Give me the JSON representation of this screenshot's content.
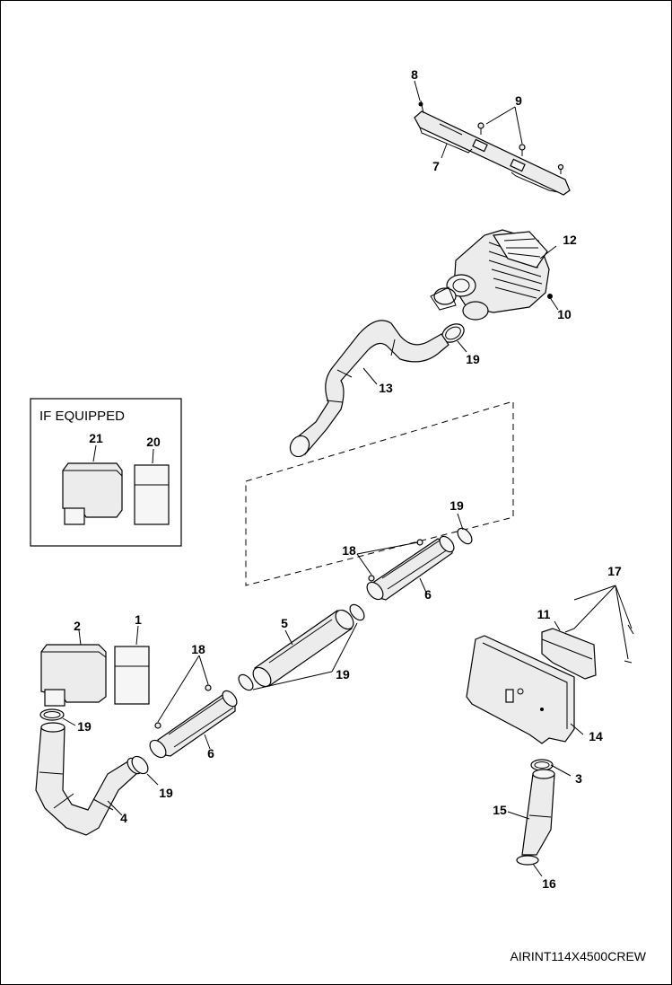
{
  "diagram": {
    "inset_title": "IF EQUIPPED",
    "drawing_code": "AIRINT114X4500CREW",
    "callouts": {
      "c1": "1",
      "c2": "2",
      "c3": "3",
      "c4": "4",
      "c5": "5",
      "c6a": "6",
      "c6b": "6",
      "c7": "7",
      "c8": "8",
      "c9": "9",
      "c10": "10",
      "c11": "11",
      "c12": "12",
      "c13": "13",
      "c14": "14",
      "c15": "15",
      "c16": "16",
      "c17": "17",
      "c18a": "18",
      "c18b": "18",
      "c19a": "19",
      "c19b": "19",
      "c19c": "19",
      "c19d": "19",
      "c19e": "19",
      "c20": "20",
      "c21": "21"
    }
  }
}
